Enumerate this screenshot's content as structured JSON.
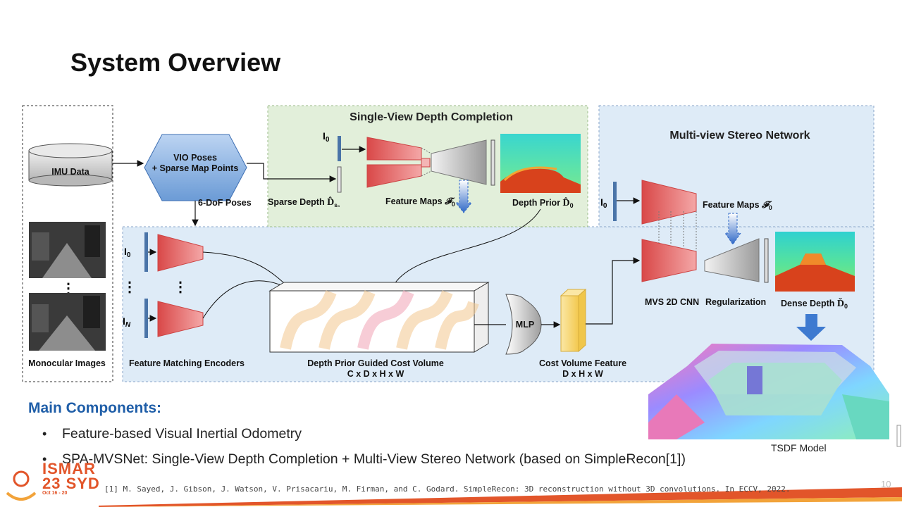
{
  "slide": {
    "title": "System Overview",
    "page_number": "10"
  },
  "diagram": {
    "imu_label": "IMU Data",
    "vio_line1": "VIO Poses",
    "vio_line2": "+ Sparse Map Points",
    "poses_label": "6-DoF Poses",
    "monocular_label": "Monocular Images",
    "svdc_title": "Single-View Depth Completion",
    "svdc_input": "I",
    "svdc_input_sub": "0",
    "sparse_depth_label": "Sparse Depth",
    "feature_maps_svdc": "Feature Maps",
    "depth_prior_label": "Depth Prior",
    "mvs_title": "Multi-view Stereo Network",
    "mvs_input": "I",
    "mvs_input_sub": "0",
    "feature_maps_mvs": "Feature Maps",
    "mvs_cnn_label": "MVS 2D CNN",
    "regularization_label": "Regularization",
    "dense_depth_label": "Dense Depth",
    "enc_input_top": "I",
    "enc_input_top_sub": "0",
    "enc_input_bottom": "I",
    "enc_input_bottom_sub": "N",
    "encoders_label": "Feature Matching Encoders",
    "cost_volume_line1": "Depth Prior Guided Cost Volume",
    "cost_volume_line2": "C x D x H x W",
    "mlp_label": "MLP",
    "cvf_line1": "Cost Volume Feature",
    "cvf_line2": "D x H x W",
    "tsdf_label": "TSDF Model"
  },
  "components": {
    "heading": "Main Components:",
    "items": [
      "Feature-based Visual Inertial Odometry",
      "SPA-MVSNet: Single-View Depth Completion + Multi-View Stereo Network (based on SimpleRecon[1])"
    ]
  },
  "footer": {
    "reference": "[1] M. Sayed, J. Gibson, J. Watson, V. Prisacariu, M. Firman, and C. Godard. SimpleRecon: 3D reconstruction without 3D convolutions. In ECCV, 2022.",
    "logo_line1": "ISMAR",
    "logo_line2": "23 SYD",
    "logo_line3": "Oct 16 - 20"
  },
  "colors": {
    "accent_blue": "#1f5ea8",
    "panel_blue": "#deebf7",
    "panel_green": "#e2efda",
    "encoder_red": "#e86a6a",
    "logo_orange": "#e2552a"
  }
}
